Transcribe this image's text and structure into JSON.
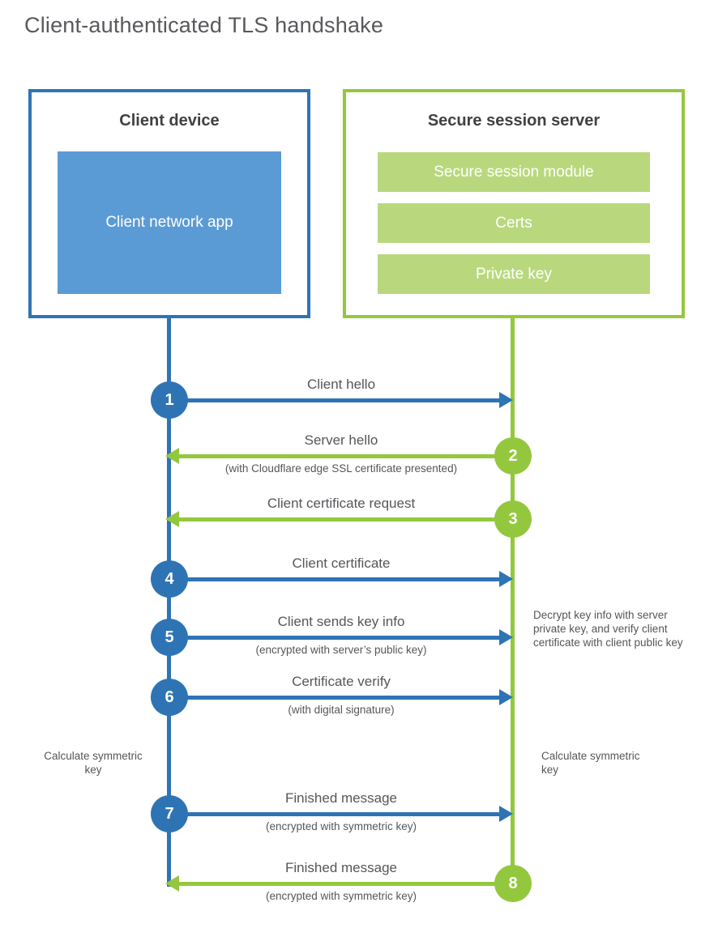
{
  "title": "Client-authenticated TLS handshake",
  "colors": {
    "blue": "#2e74b5",
    "blue_fill": "#5b9bd5",
    "green": "#93c83e",
    "green_fill": "#b9d87d",
    "heading_text": "#414042",
    "body_text": "#55565a"
  },
  "client_box": {
    "title": "Client device",
    "inner_label": "Client network app"
  },
  "server_box": {
    "title": "Secure session server",
    "modules": [
      "Secure session module",
      "Certs",
      "Private key"
    ]
  },
  "steps": [
    {
      "num": "1",
      "from": "client",
      "label": "Client hello",
      "sub": ""
    },
    {
      "num": "2",
      "from": "server",
      "label": "Server hello",
      "sub": "(with Cloudflare edge SSL certificate presented)"
    },
    {
      "num": "3",
      "from": "server",
      "label": "Client certificate request",
      "sub": ""
    },
    {
      "num": "4",
      "from": "client",
      "label": "Client certificate",
      "sub": ""
    },
    {
      "num": "5",
      "from": "client",
      "label": "Client sends key info",
      "sub": "(encrypted with server’s public key)"
    },
    {
      "num": "6",
      "from": "client",
      "label": "Certificate verify",
      "sub": "(with digital signature)"
    },
    {
      "num": "7",
      "from": "client",
      "label": "Finished message",
      "sub": "(encrypted with symmetric key)"
    },
    {
      "num": "8",
      "from": "server",
      "label": "Finished message",
      "sub": "(encrypted with symmetric key)"
    }
  ],
  "annotations": {
    "decrypt_note": "Decrypt key info with server private key, and verify client certificate with client public key",
    "calc_left": "Calculate symmetric key",
    "calc_right": "Calculate symmetric key"
  }
}
